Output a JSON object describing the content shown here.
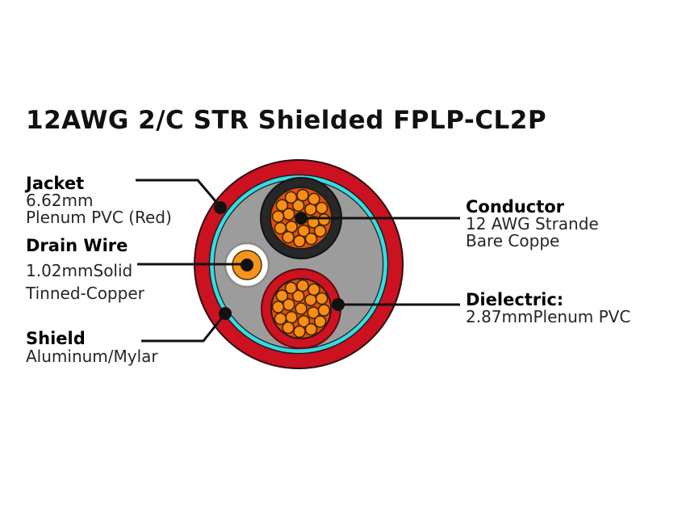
{
  "title": "12AWG 2/C STR Shielded FPLP-CL2P",
  "colors": {
    "jacket_red": "#cc1120",
    "dielectric_red": "#cd1220",
    "shield_cyan": "#33dde2",
    "filler_gray": "#9c9c9c",
    "insulation_black": "#272727",
    "bundle_orange": "#e2500f",
    "strand_orange": "#f98d15",
    "drain_orange": "#f6941d",
    "drain_ring_white": "#ffffff",
    "leader_black": "#111111"
  },
  "labels": {
    "jacket": {
      "heading": "Jacket",
      "line1": "6.62mm",
      "line2": "Plenum PVC (Red)"
    },
    "drain_wire": {
      "heading": "Drain Wire",
      "line1": "1.02mmSolid",
      "line2": "Tinned-Copper"
    },
    "shield": {
      "heading": "Shield",
      "line1": "Aluminum/Mylar"
    },
    "conductor": {
      "heading": "Conductor",
      "line1": "12 AWG Strande",
      "line2": "Bare Coppe"
    },
    "dielectric": {
      "heading": "Dielectric:",
      "line1": "2.87mmPlenum PVC"
    }
  }
}
